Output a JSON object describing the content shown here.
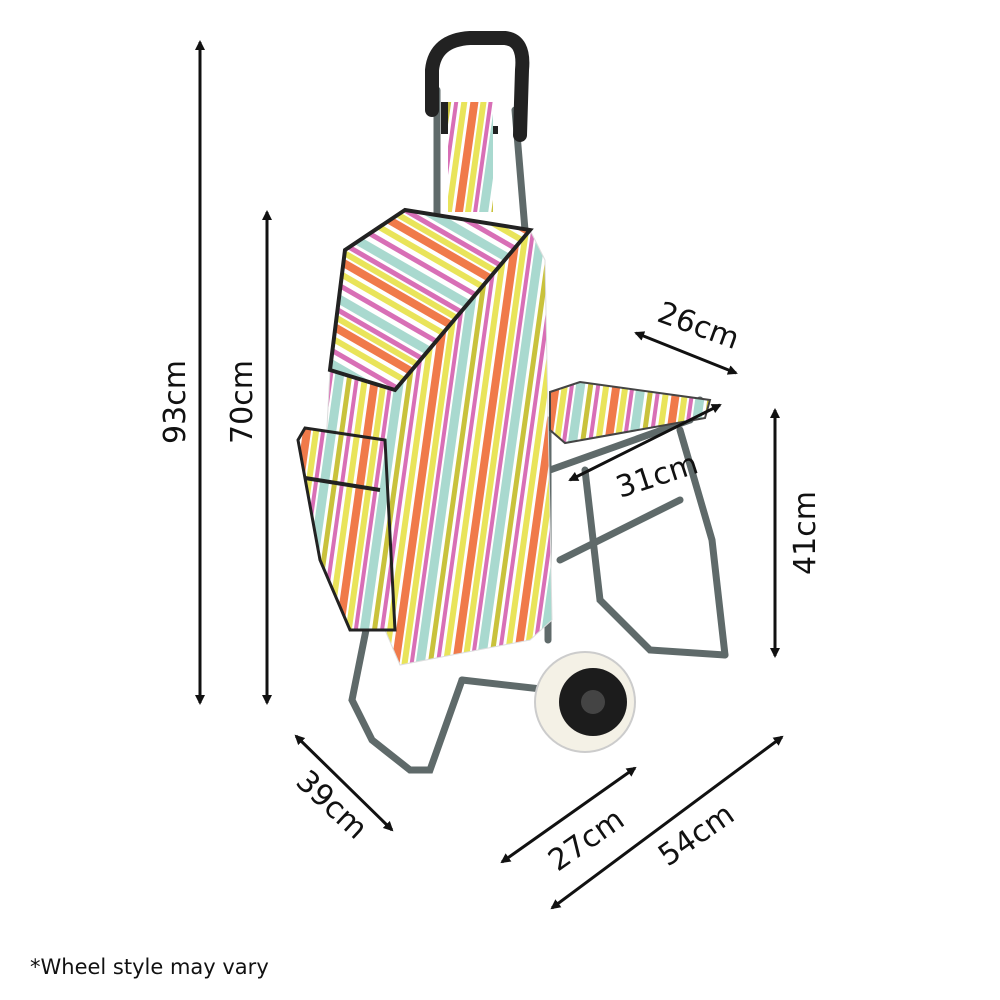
{
  "dimensions": {
    "total_height": "93cm",
    "bag_height": "70cm",
    "seat_depth": "26cm",
    "seat_width": "31cm",
    "seat_height": "41cm",
    "base_width": "39cm",
    "wheel_to_seat": "27cm",
    "total_depth": "54cm"
  },
  "footnote": "*Wheel style may vary",
  "colors": {
    "frame": "#5f6a6a",
    "stripes": [
      "#f07a4a",
      "#e9e45a",
      "#d86fb6",
      "#a9d9cf",
      "#ffffff",
      "#c9c23c"
    ]
  }
}
